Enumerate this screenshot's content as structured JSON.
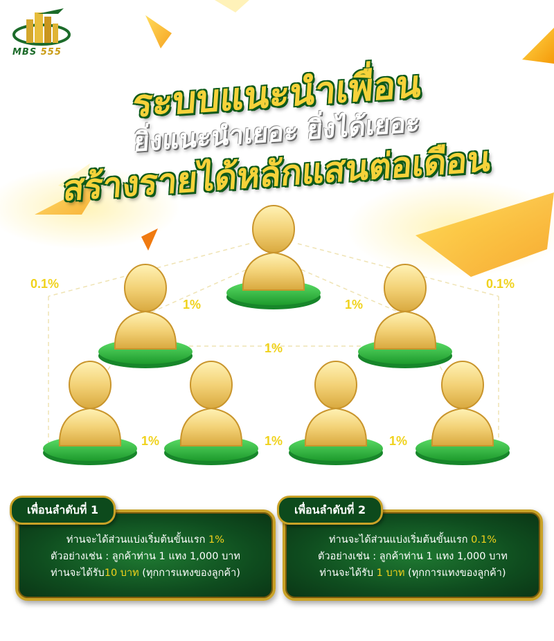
{
  "brand": {
    "logo_text_a": "MBS",
    "logo_text_b": "555",
    "colors": {
      "green": "#1c6b2a",
      "gold": "#f6d23a",
      "accent": "#f0d21c"
    }
  },
  "headline": {
    "line1": "ระบบแนะนำเพื่อน",
    "line2": "ยิ่งแนะนำเยอะ ยิ่งได้เยอะ",
    "line3": "สร้างรายได้หลักแสนต่อเดือน"
  },
  "tree": {
    "icon": "person-icon",
    "left_outer_rate": "0.1%",
    "right_outer_rate": "0.1%",
    "top_left_rate": "1%",
    "top_right_rate": "1%",
    "middle_rate": "1%",
    "bottom_rates": [
      "1%",
      "1%",
      "1%"
    ]
  },
  "cards": [
    {
      "title": "เพื่อนลำดับที่ 1",
      "line1_pre": "ท่านจะได้ส่วนแบ่งเริ่มต้นขั้นแรก ",
      "line1_hl": "1%",
      "line2": "ตัวอย่างเช่น : ลูกค้าท่าน 1 แทง 1,000 บาท",
      "line3_pre": "ท่านจะได้รับ",
      "line3_hl": "10 บาท",
      "line3_post": " (ทุกการแทงของลูกค้า)"
    },
    {
      "title": "เพื่อนลำดับที่ 2",
      "line1_pre": "ท่านจะได้ส่วนแบ่งเริ่มต้นขั้นแรก ",
      "line1_hl": "0.1%",
      "line2": "ตัวอย่างเช่น : ลูกค้าท่าน 1 แทง 1,000 บาท",
      "line3_pre": "ท่านจะได้รับ ",
      "line3_hl": "1 บาท",
      "line3_post": " (ทุกการแทงของลูกค้า)"
    }
  ]
}
